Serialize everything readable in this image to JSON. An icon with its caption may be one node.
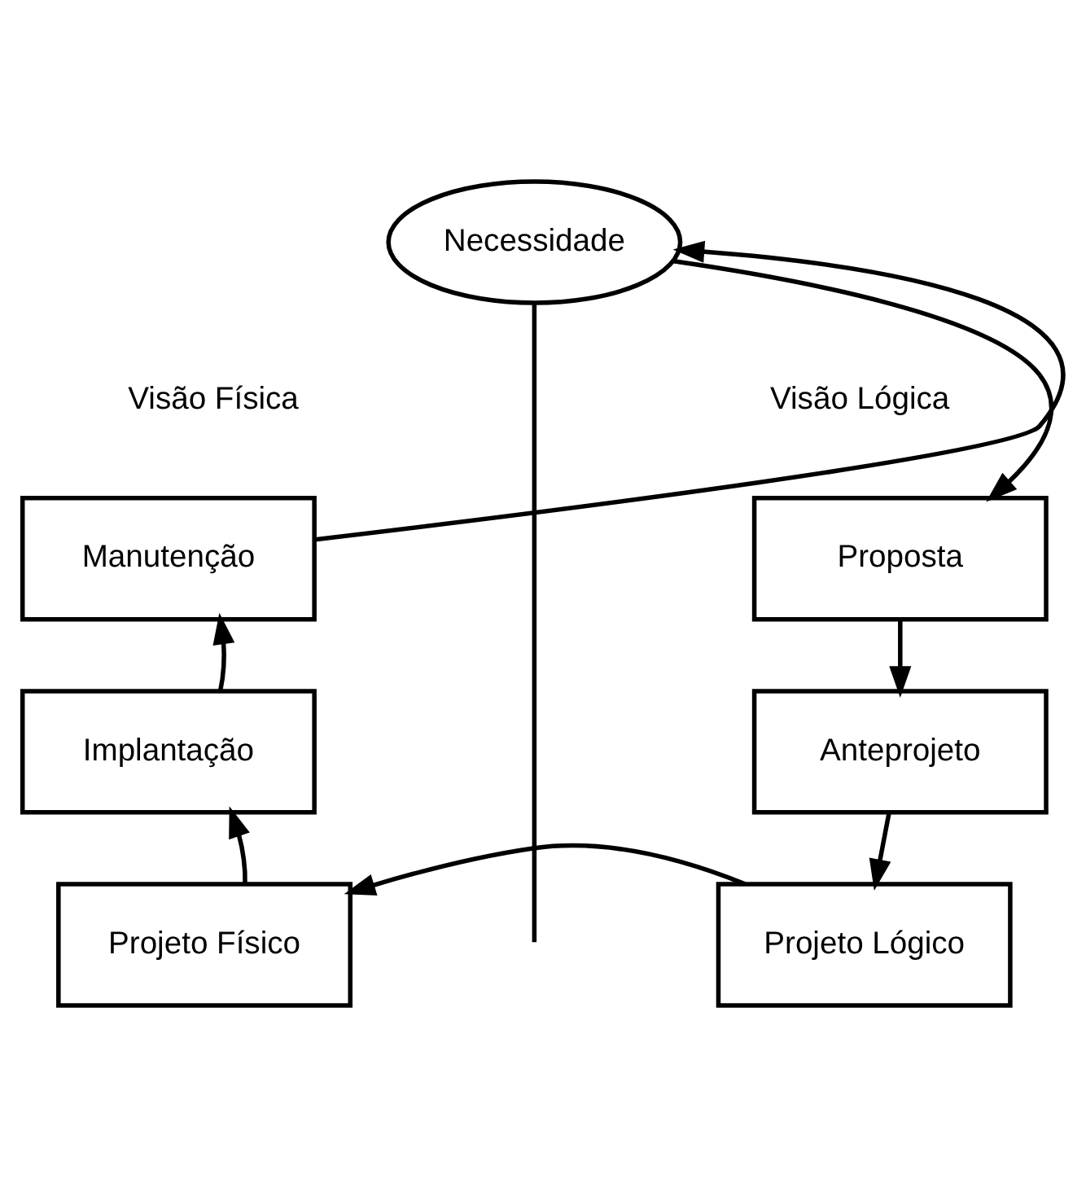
{
  "diagram": {
    "nodes": [
      {
        "text": [
          "Necessidade"
        ]
      },
      {
        "text": [
          "Manutenção"
        ]
      },
      {
        "text": [
          "Proposta"
        ]
      },
      {
        "text": [
          "Implantação"
        ]
      },
      {
        "text": [
          "Anteprojeto"
        ]
      },
      {
        "text": [
          "Projeto Físico"
        ]
      },
      {
        "text": [
          "Projeto Lógico"
        ]
      }
    ],
    "edges": [
      {
        "from": 1,
        "to": 0,
        "arrow": "to"
      },
      {
        "from": 0,
        "to": 2,
        "arrow": "to"
      },
      {
        "from": 2,
        "to": 4,
        "arrow": "to"
      },
      {
        "from": 4,
        "to": 6,
        "arrow": "to"
      },
      {
        "from": 6,
        "to": 5,
        "arrow": "to"
      },
      {
        "from": 5,
        "to": 3,
        "arrow": "to"
      },
      {
        "from": 3,
        "to": 1,
        "arrow": "to"
      },
      {
        "from": 0,
        "to": null,
        "arrow": "none"
      }
    ],
    "labels": [
      "Visão Física",
      "Visão Lógica"
    ]
  }
}
